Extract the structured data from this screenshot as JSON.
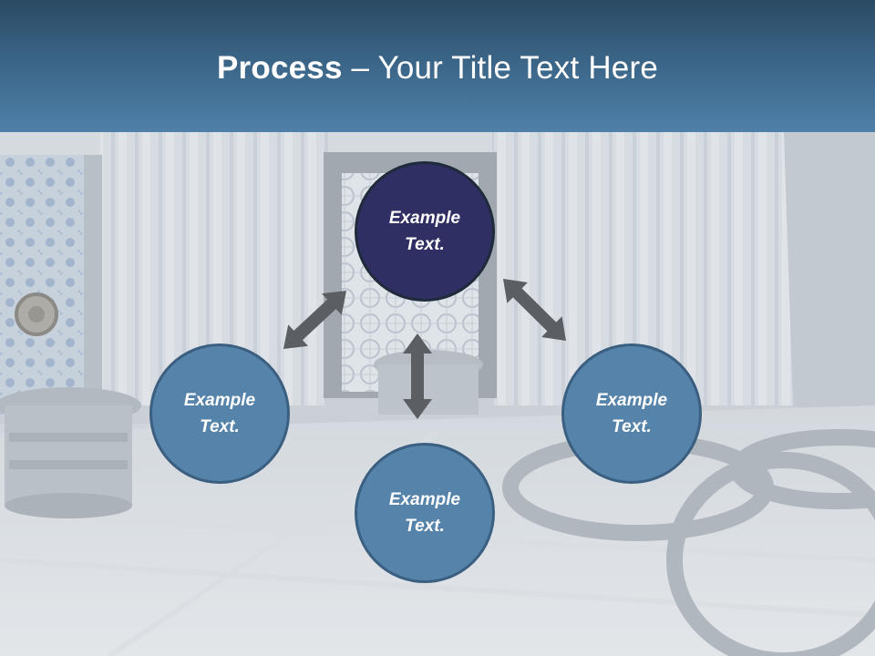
{
  "slide": {
    "title_bold": "Process",
    "title_rest": " – Your Title Text Here"
  },
  "diagram": {
    "nodes": [
      {
        "id": "top",
        "label": "Example Text.",
        "color": "#2f2f63"
      },
      {
        "id": "left",
        "label": "Example Text.",
        "color": "#5583aa"
      },
      {
        "id": "right",
        "label": "Example Text.",
        "color": "#5583aa"
      },
      {
        "id": "bottom",
        "label": "Example Text.",
        "color": "#5583aa"
      }
    ],
    "connectors": [
      {
        "from": "top",
        "to": "left",
        "style": "double-arrow",
        "color": "#5b5e63"
      },
      {
        "from": "top",
        "to": "right",
        "style": "double-arrow",
        "color": "#5b5e63"
      },
      {
        "from": "top",
        "to": "bottom",
        "style": "double-arrow",
        "color": "#5b5e63"
      }
    ]
  },
  "colors": {
    "header": "#3a6486",
    "dark_node": "#2f2f63",
    "light_node": "#5583aa",
    "arrow": "#5b5e63"
  }
}
